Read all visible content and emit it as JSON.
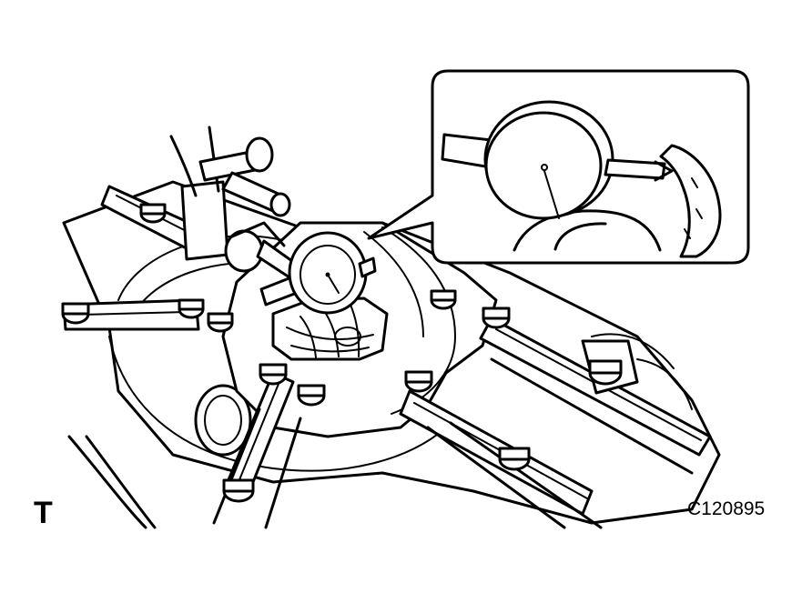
{
  "figure": {
    "corner_label": "T",
    "figure_code": "C120895"
  },
  "colors": {
    "line": "#000000",
    "background": "#ffffff"
  },
  "parts": [
    "differential-carrier-housing",
    "differential-case",
    "ring-gear",
    "bearing-cap-bolts",
    "mounting-stand-arms",
    "magnetic-base",
    "dial-indicator",
    "dial-indicator-detail-callout"
  ]
}
